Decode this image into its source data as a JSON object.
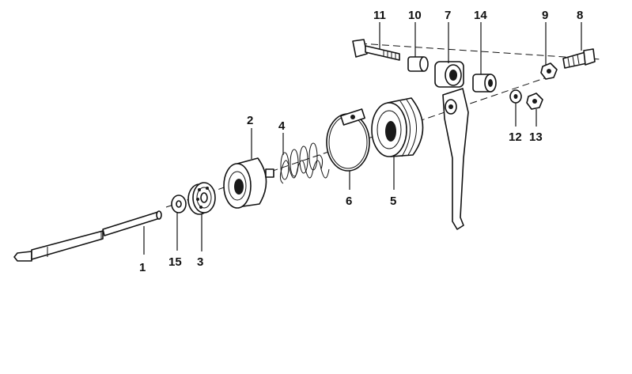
{
  "callouts": {
    "p1": "1",
    "p2": "2",
    "p3": "3",
    "p4": "4",
    "p5": "5",
    "p6": "6",
    "p7": "7",
    "p8": "8",
    "p9": "9",
    "p10": "10",
    "p11": "11",
    "p12": "12",
    "p13": "13",
    "p14": "14",
    "p15": "15"
  }
}
